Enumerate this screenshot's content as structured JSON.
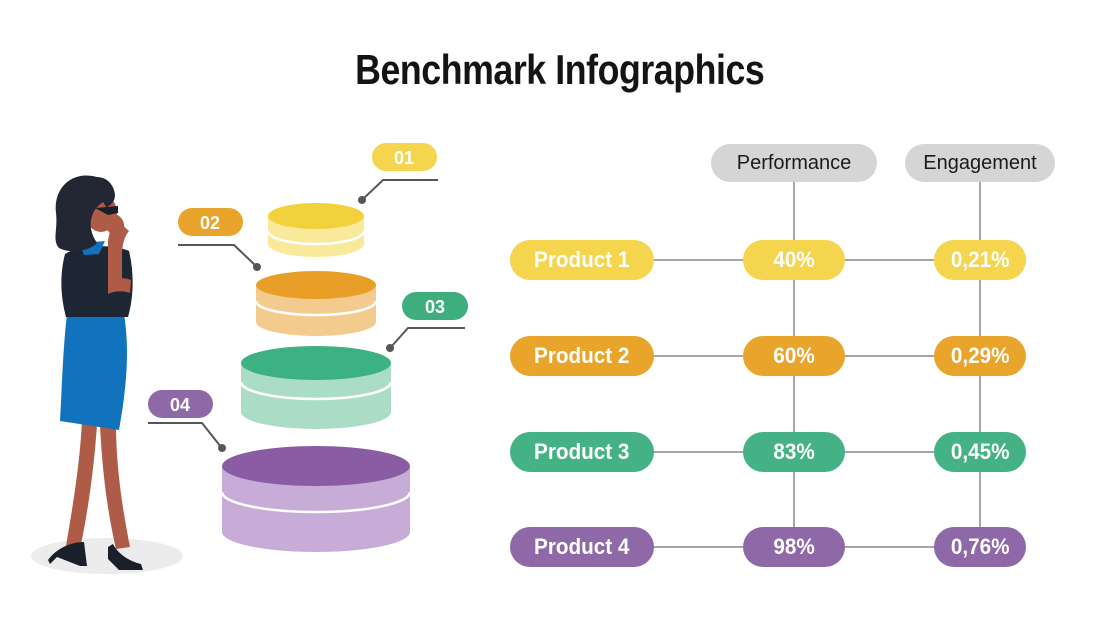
{
  "title": "Benchmark Infographics",
  "colors": {
    "yellow": "#F5D44E",
    "orange": "#E9A42B",
    "green": "#45B285",
    "purple": "#8F68A8",
    "header_gray": "#D5D5D5",
    "grid_line": "#A6A6A6",
    "callout_line": "#55565A",
    "title_text": "#141414"
  },
  "table": {
    "column_headers": [
      {
        "label": "Performance"
      },
      {
        "label": "Engagement"
      }
    ],
    "rows": [
      {
        "label": "Product 1",
        "performance": "40%",
        "engagement": "0,21%",
        "color": "#F5D44E"
      },
      {
        "label": "Product 2",
        "performance": "60%",
        "engagement": "0,29%",
        "color": "#E9A42B"
      },
      {
        "label": "Product 3",
        "performance": "83%",
        "engagement": "0,45%",
        "color": "#45B285"
      },
      {
        "label": "Product 4",
        "performance": "98%",
        "engagement": "0,76%",
        "color": "#8F68A8"
      }
    ]
  },
  "pyramid": {
    "levels": [
      {
        "number": "01",
        "badge_color": "#F5D44E",
        "top_color": "#F1D13C",
        "body_color": "#F9EA9B"
      },
      {
        "number": "02",
        "badge_color": "#E9A42B",
        "top_color": "#E99F27",
        "body_color": "#F3CB8E"
      },
      {
        "number": "03",
        "badge_color": "#3FAE7E",
        "top_color": "#3CB182",
        "body_color": "#ABDDC6"
      },
      {
        "number": "04",
        "badge_color": "#8F68A8",
        "top_color": "#8A5CA4",
        "body_color": "#C6ACD7"
      }
    ]
  }
}
